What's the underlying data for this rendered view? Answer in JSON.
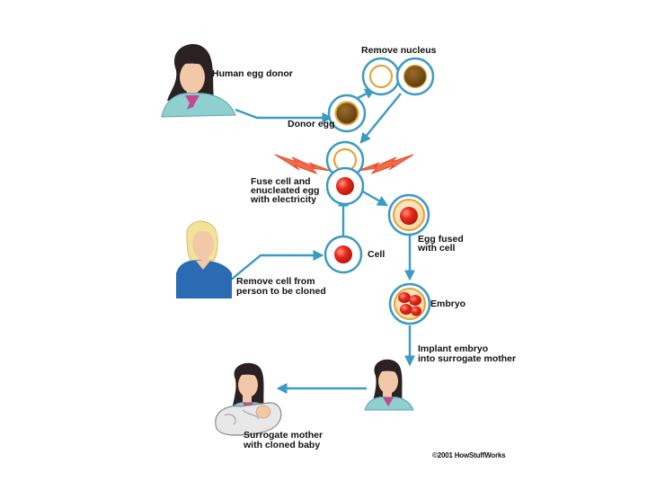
{
  "labels": {
    "remove_nucleus": "Remove nucleus",
    "human_egg_donor": "Human egg donor",
    "donor_egg": "Donor egg",
    "fuse_line1": "Fuse cell and",
    "fuse_line2": "enucleated egg",
    "fuse_line3": "with electricity",
    "egg_fused_line1": "Egg fused",
    "egg_fused_line2": "with cell",
    "cell": "Cell",
    "remove_cell_line1": "Remove cell from",
    "remove_cell_line2": "person to be cloned",
    "embryo": "Embryo",
    "implant_line1": "Implant embryo",
    "implant_line2": "into surrogate mother",
    "surrogate_line1": "Surrogate mother",
    "surrogate_line2": "with cloned baby",
    "copyright": "©2001 HowStuffWorks"
  },
  "colors": {
    "arrow": "#3b9bc0",
    "egg_outline": "#e3a43a",
    "nucleus_dark": "#6e4a14",
    "cell_red": "#e8291c",
    "bolt": "#f26a4a",
    "donor_jacket": "#8fcfd0",
    "person_shirt": "#2a6bb3",
    "hair_dark": "#2b2022",
    "hair_blond": "#f2e39a",
    "skin": "#f2c8a8"
  }
}
